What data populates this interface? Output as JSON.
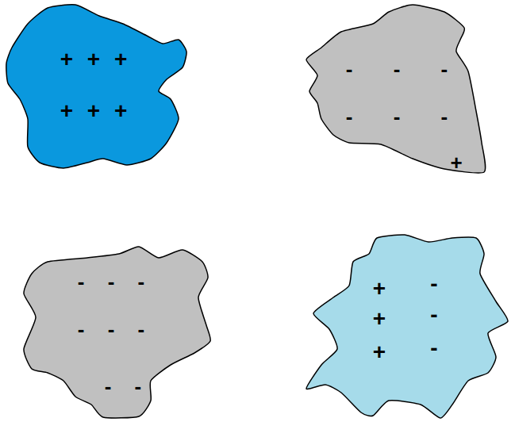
{
  "diagram": {
    "nodes": [
      {
        "text": [
          "+ + +",
          "+ + +"
        ]
      },
      {
        "text": [
          "- - -",
          "- - -",
          "+"
        ]
      },
      {
        "text": [
          "- - -",
          "- - -",
          "- -"
        ]
      },
      {
        "text": [
          "+",
          "-",
          "+",
          "-",
          "+",
          "-"
        ]
      }
    ]
  }
}
